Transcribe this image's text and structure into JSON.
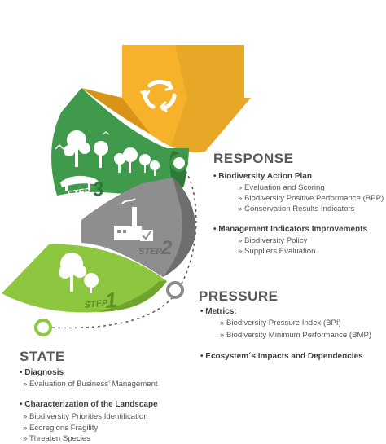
{
  "colors": {
    "arrow": "#f6b22a",
    "step3": "#3f9a4b",
    "step2": "#8e8e8e",
    "step1": "#8dc63f",
    "accent_ring": "#3e9448",
    "gray_ring": "#8a8a8a",
    "lime_ring": "#8dc63f"
  },
  "icons": [
    "recycle-icon",
    "forest-icon",
    "factory-icon",
    "tree-icon"
  ],
  "steps": {
    "step3": {
      "word": "STEP",
      "num": "3"
    },
    "step2": {
      "word": "STEP",
      "num": "2"
    },
    "step1": {
      "word": "STEP",
      "num": "1"
    }
  },
  "response": {
    "title": "RESPONSE",
    "items": [
      {
        "label": "Biodiversity Action Plan",
        "subitems": [
          "Evaluation and Scoring",
          "Biodiversity Positive Performance (BPP)",
          "Conservation Results Indicators"
        ]
      },
      {
        "label": "Management Indicators Improvements",
        "subitems": [
          "Biodiversity Policy",
          "Suppliers Evaluation"
        ]
      }
    ]
  },
  "pressure": {
    "title": "PRESSURE",
    "items": [
      {
        "label": "Metrics:",
        "subitems": [
          "Biodiversity Pressure Index (BPI)",
          "Biodiversity Minimum Performance (BMP)"
        ]
      },
      {
        "label": "Ecosystem´s Impacts and Dependencies",
        "subitems": []
      }
    ]
  },
  "state": {
    "title": "STATE",
    "items": [
      {
        "label": "Diagnosis",
        "subitems": [
          "Evaluation of Business' Management"
        ]
      },
      {
        "label": "Characterization of the Landscape",
        "subitems": [
          "Biodiversity Priorities Identification",
          "Ecoregions Fragility",
          "Threaten Species"
        ]
      }
    ]
  }
}
